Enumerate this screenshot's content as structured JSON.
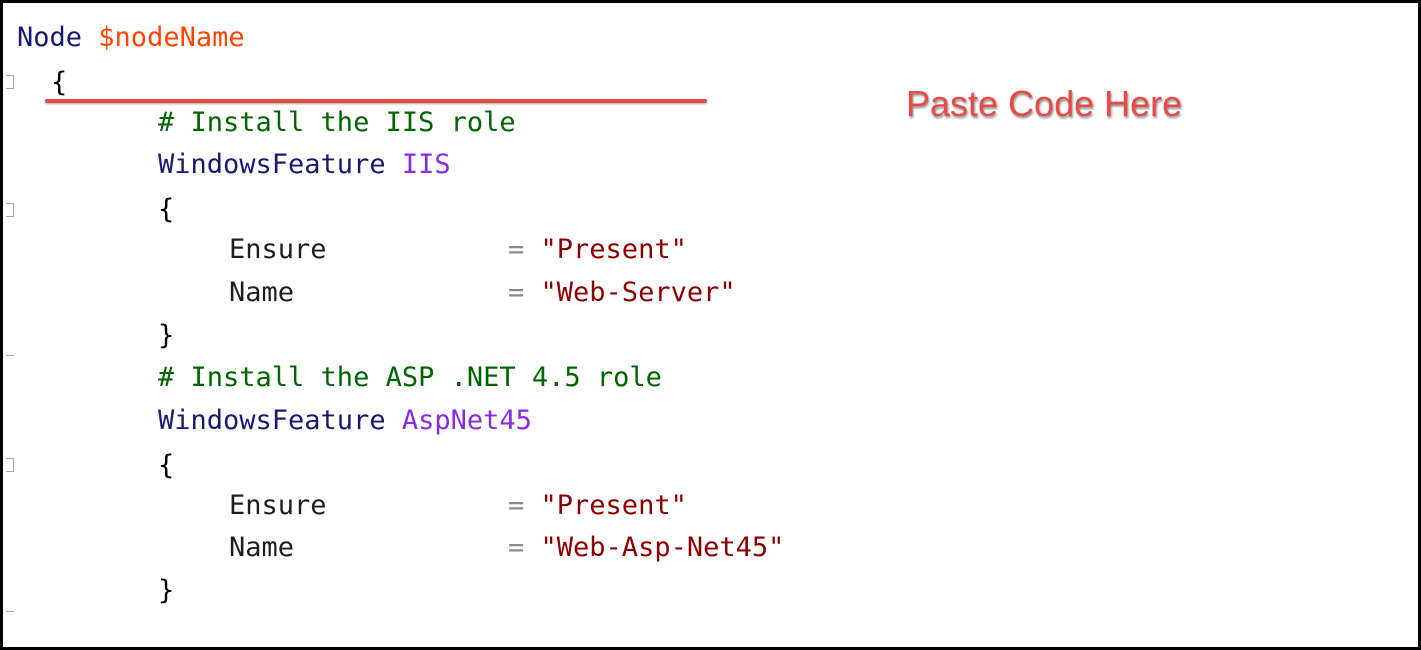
{
  "editor": {
    "lines": [
      {
        "node_kw": "Node",
        "node_var": "$nodeName"
      },
      {
        "brace": "{"
      },
      {
        "comment": "# Install the IIS role"
      },
      {
        "kw": "WindowsFeature",
        "name": "IIS"
      },
      {
        "brace": "{"
      },
      {
        "prop": "Ensure",
        "eq": "=",
        "value": "\"Present\""
      },
      {
        "prop": "Name",
        "eq": "=",
        "value": "\"Web-Server\""
      },
      {
        "brace": "}"
      },
      {
        "comment": "# Install the ASP .NET 4.5 role"
      },
      {
        "kw": "WindowsFeature",
        "name": "AspNet45"
      },
      {
        "brace": "{"
      },
      {
        "prop": "Ensure",
        "eq": "=",
        "value": "\"Present\""
      },
      {
        "prop": "Name",
        "eq": "=",
        "value": "\"Web-Asp-Net45\""
      },
      {
        "brace": "}"
      }
    ]
  },
  "annotation": {
    "text": "Paste Code Here",
    "color": "#ea4a45"
  }
}
